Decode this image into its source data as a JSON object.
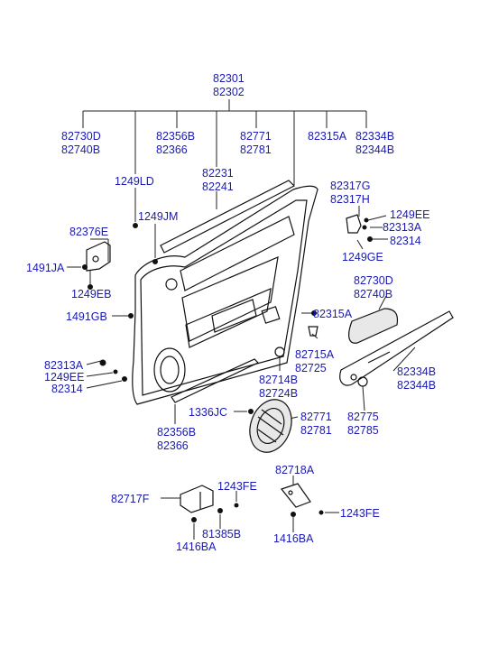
{
  "labels": {
    "l82301": "82301",
    "l82302": "82302",
    "l82730D_top": "82730D",
    "l82740B_top": "82740B",
    "l82356B_top": "82356B",
    "l82366_top": "82366",
    "l82771_top": "82771",
    "l82781_top": "82781",
    "l82315A_top": "82315A",
    "l82334B_top": "82334B",
    "l82344B_top": "82344B",
    "l1249LD": "1249LD",
    "l82231": "82231",
    "l82241": "82241",
    "l1249JM": "1249JM",
    "l82317G": "82317G",
    "l82317H": "82317H",
    "l1249EE_r": "1249EE",
    "l82313A_r": "82313A",
    "l82314_r": "82314",
    "l1249GE": "1249GE",
    "l82376E": "82376E",
    "l1491JA": "1491JA",
    "l1249EB": "1249EB",
    "l1491GB": "1491GB",
    "l82730D_mid": "82730D",
    "l82740B_mid": "82740B",
    "l82315A_mid": "82315A",
    "l82715A": "82715A",
    "l82725": "82725",
    "l82313A_l": "82313A",
    "l1249EE_l": "1249EE",
    "l82314_l": "82314",
    "l82714B": "82714B",
    "l82724B": "82724B",
    "l82334B_mid": "82334B",
    "l82344B_mid": "82344B",
    "l1336JC": "1336JC",
    "l82771_mid": "82771",
    "l82781_mid": "82781",
    "l82775": "82775",
    "l82785": "82785",
    "l82356B_bot": "82356B",
    "l82366_bot": "82366",
    "l82718A": "82718A",
    "l82717F": "82717F",
    "l1243FE_l": "1243FE",
    "l1243FE_r": "1243FE",
    "l81385B": "81385B",
    "l1416BA_l": "1416BA",
    "l1416BA_r": "1416BA"
  }
}
